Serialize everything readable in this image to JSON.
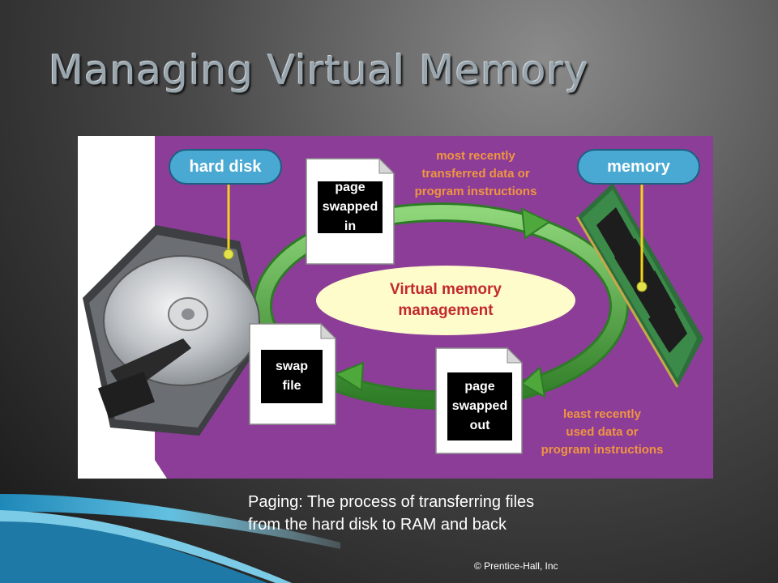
{
  "slide": {
    "title": "Managing Virtual Memory",
    "caption_lines": [
      "Paging: The process of transferring files",
      "from the hard disk to RAM and back"
    ],
    "copyright": "© Prentice-Hall, Inc"
  },
  "diagram": {
    "hard_disk_label": "hard disk",
    "memory_label": "memory",
    "center_label_lines": [
      "Virtual memory",
      "management"
    ],
    "top_note_lines": [
      "most recently",
      "transferred data or",
      "program instructions"
    ],
    "bottom_note_lines": [
      "least recently",
      "used data or",
      "program instructions"
    ],
    "page_in_lines": [
      "page",
      "swapped",
      "in"
    ],
    "page_out_lines": [
      "page",
      "swapped",
      "out"
    ],
    "swap_file_lines": [
      "swap",
      "file"
    ]
  },
  "colors": {
    "background": "#3a3a3a",
    "purple": "#8c3d98",
    "pill_blue": "#49a9d3",
    "arrow_green": "#4fa83b",
    "center_fill": "#fffccb",
    "center_text": "#c2292f",
    "note_text": "#f09540",
    "connector_yellow": "#f2d21b"
  }
}
